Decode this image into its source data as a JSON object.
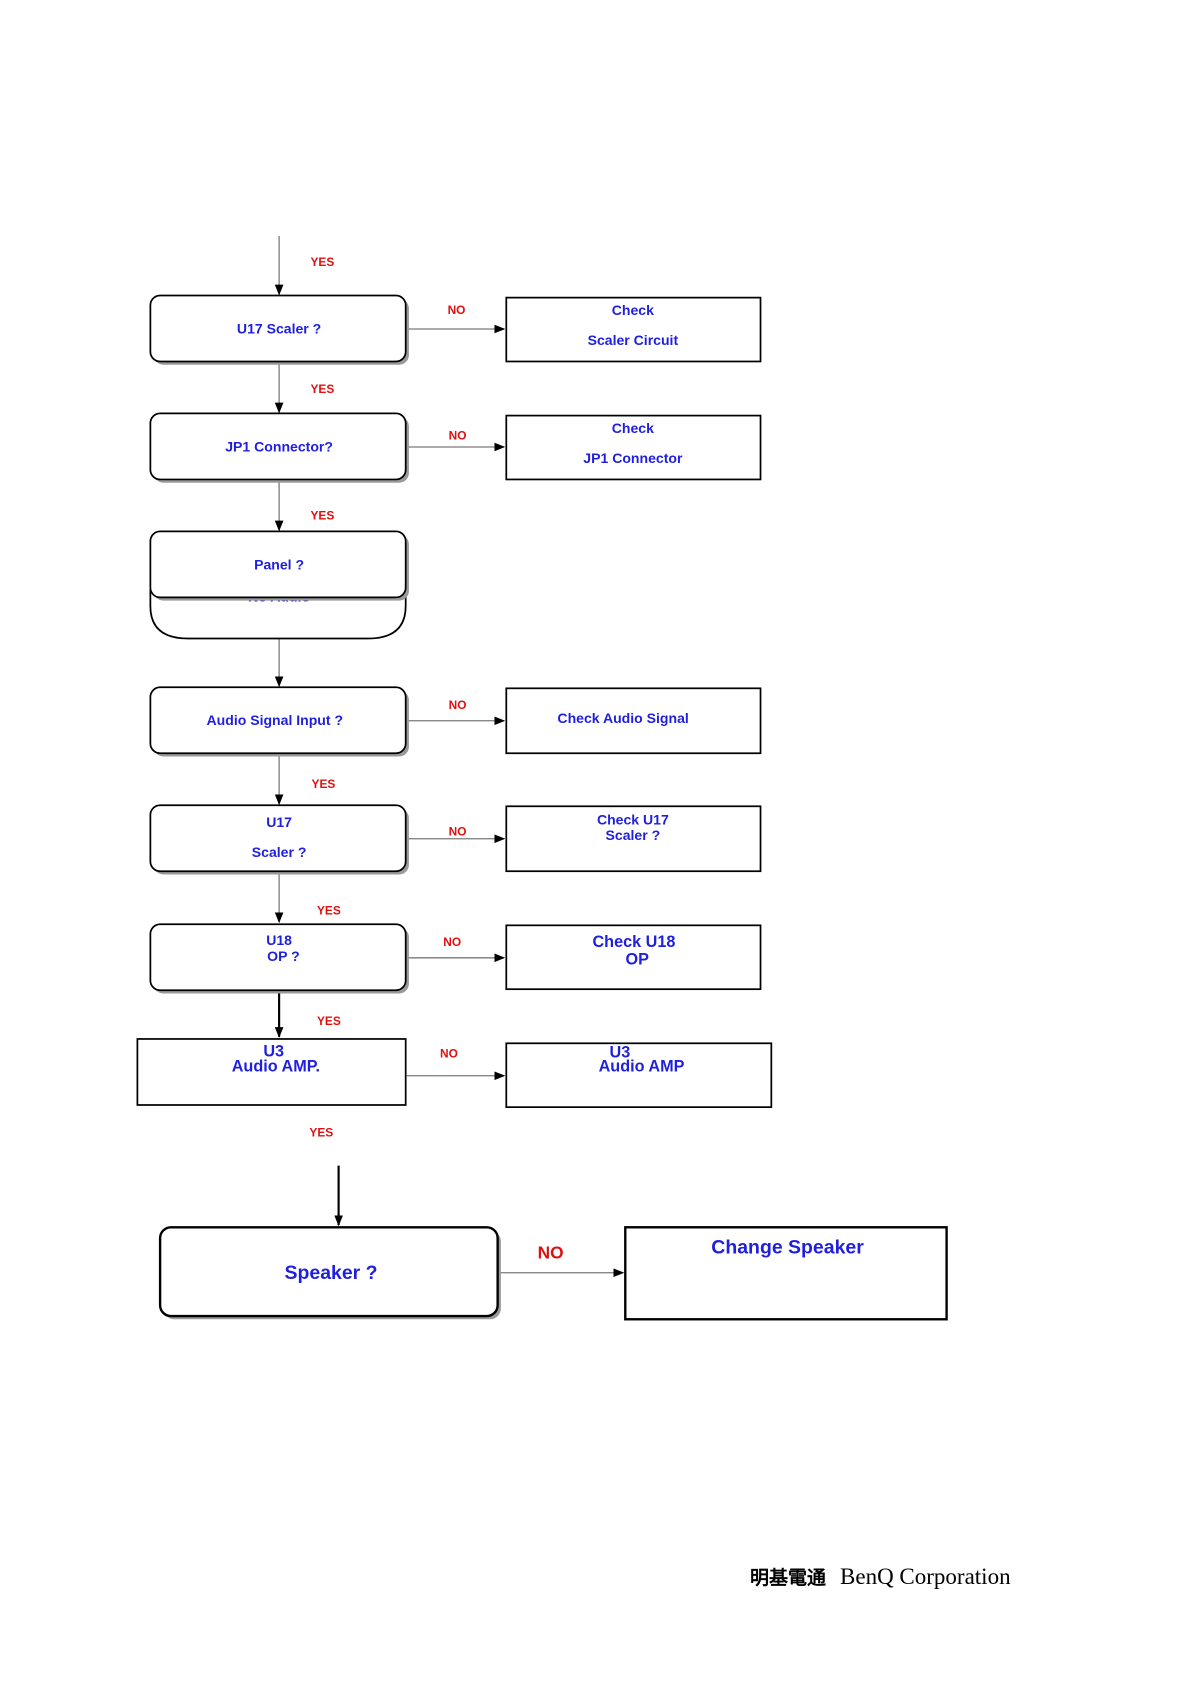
{
  "flowchart": {
    "yes_label": "YES",
    "no_label": "NO",
    "cut_off_text": "No Audio",
    "decisions": [
      {
        "lines": [
          "U17 Scaler ?"
        ]
      },
      {
        "lines": [
          "JP1 Connector?"
        ]
      },
      {
        "lines": [
          "Panel ?"
        ]
      },
      {
        "lines": [
          "Audio Signal Input ?"
        ]
      },
      {
        "lines": [
          "U17",
          "Scaler ?"
        ]
      },
      {
        "lines": [
          "U18",
          "OP ?"
        ]
      },
      {
        "lines": [
          "U3",
          "Audio AMP."
        ]
      },
      {
        "lines": [
          "Speaker ?"
        ]
      }
    ],
    "actions": [
      {
        "lines": [
          "Check",
          "Scaler Circuit"
        ]
      },
      {
        "lines": [
          "Check",
          "JP1 Connector"
        ]
      },
      {
        "lines": [
          "Check Audio Signal"
        ]
      },
      {
        "lines": [
          "Check U17",
          "Scaler ?"
        ]
      },
      {
        "lines": [
          "Check U18",
          "OP"
        ]
      },
      {
        "lines": [
          "U3",
          "Audio AMP"
        ]
      },
      {
        "lines": [
          "Change Speaker"
        ]
      }
    ]
  },
  "footer": {
    "chinese_name": "明基電通",
    "english_name": "BenQ Corporation"
  },
  "colors": {
    "text_blue": "#1f1fe0",
    "label_red": "#e01010",
    "border": "#000000"
  }
}
